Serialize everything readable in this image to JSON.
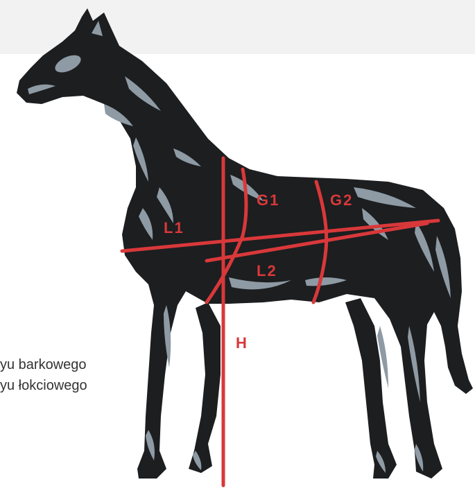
{
  "colors": {
    "background": "#ffffff",
    "top_band": "#f2f2f2",
    "horse_body": "#1c1e20",
    "horse_highlight": "#8e9aa4",
    "measure_line": "#d9383a",
    "caption_text": "#333333"
  },
  "measurements": {
    "H": "H",
    "G1": "G1",
    "G2": "G2",
    "L1": "L1",
    "L2": "L2"
  },
  "captions": [
    "yu barkowego",
    "yu łokciowego"
  ]
}
